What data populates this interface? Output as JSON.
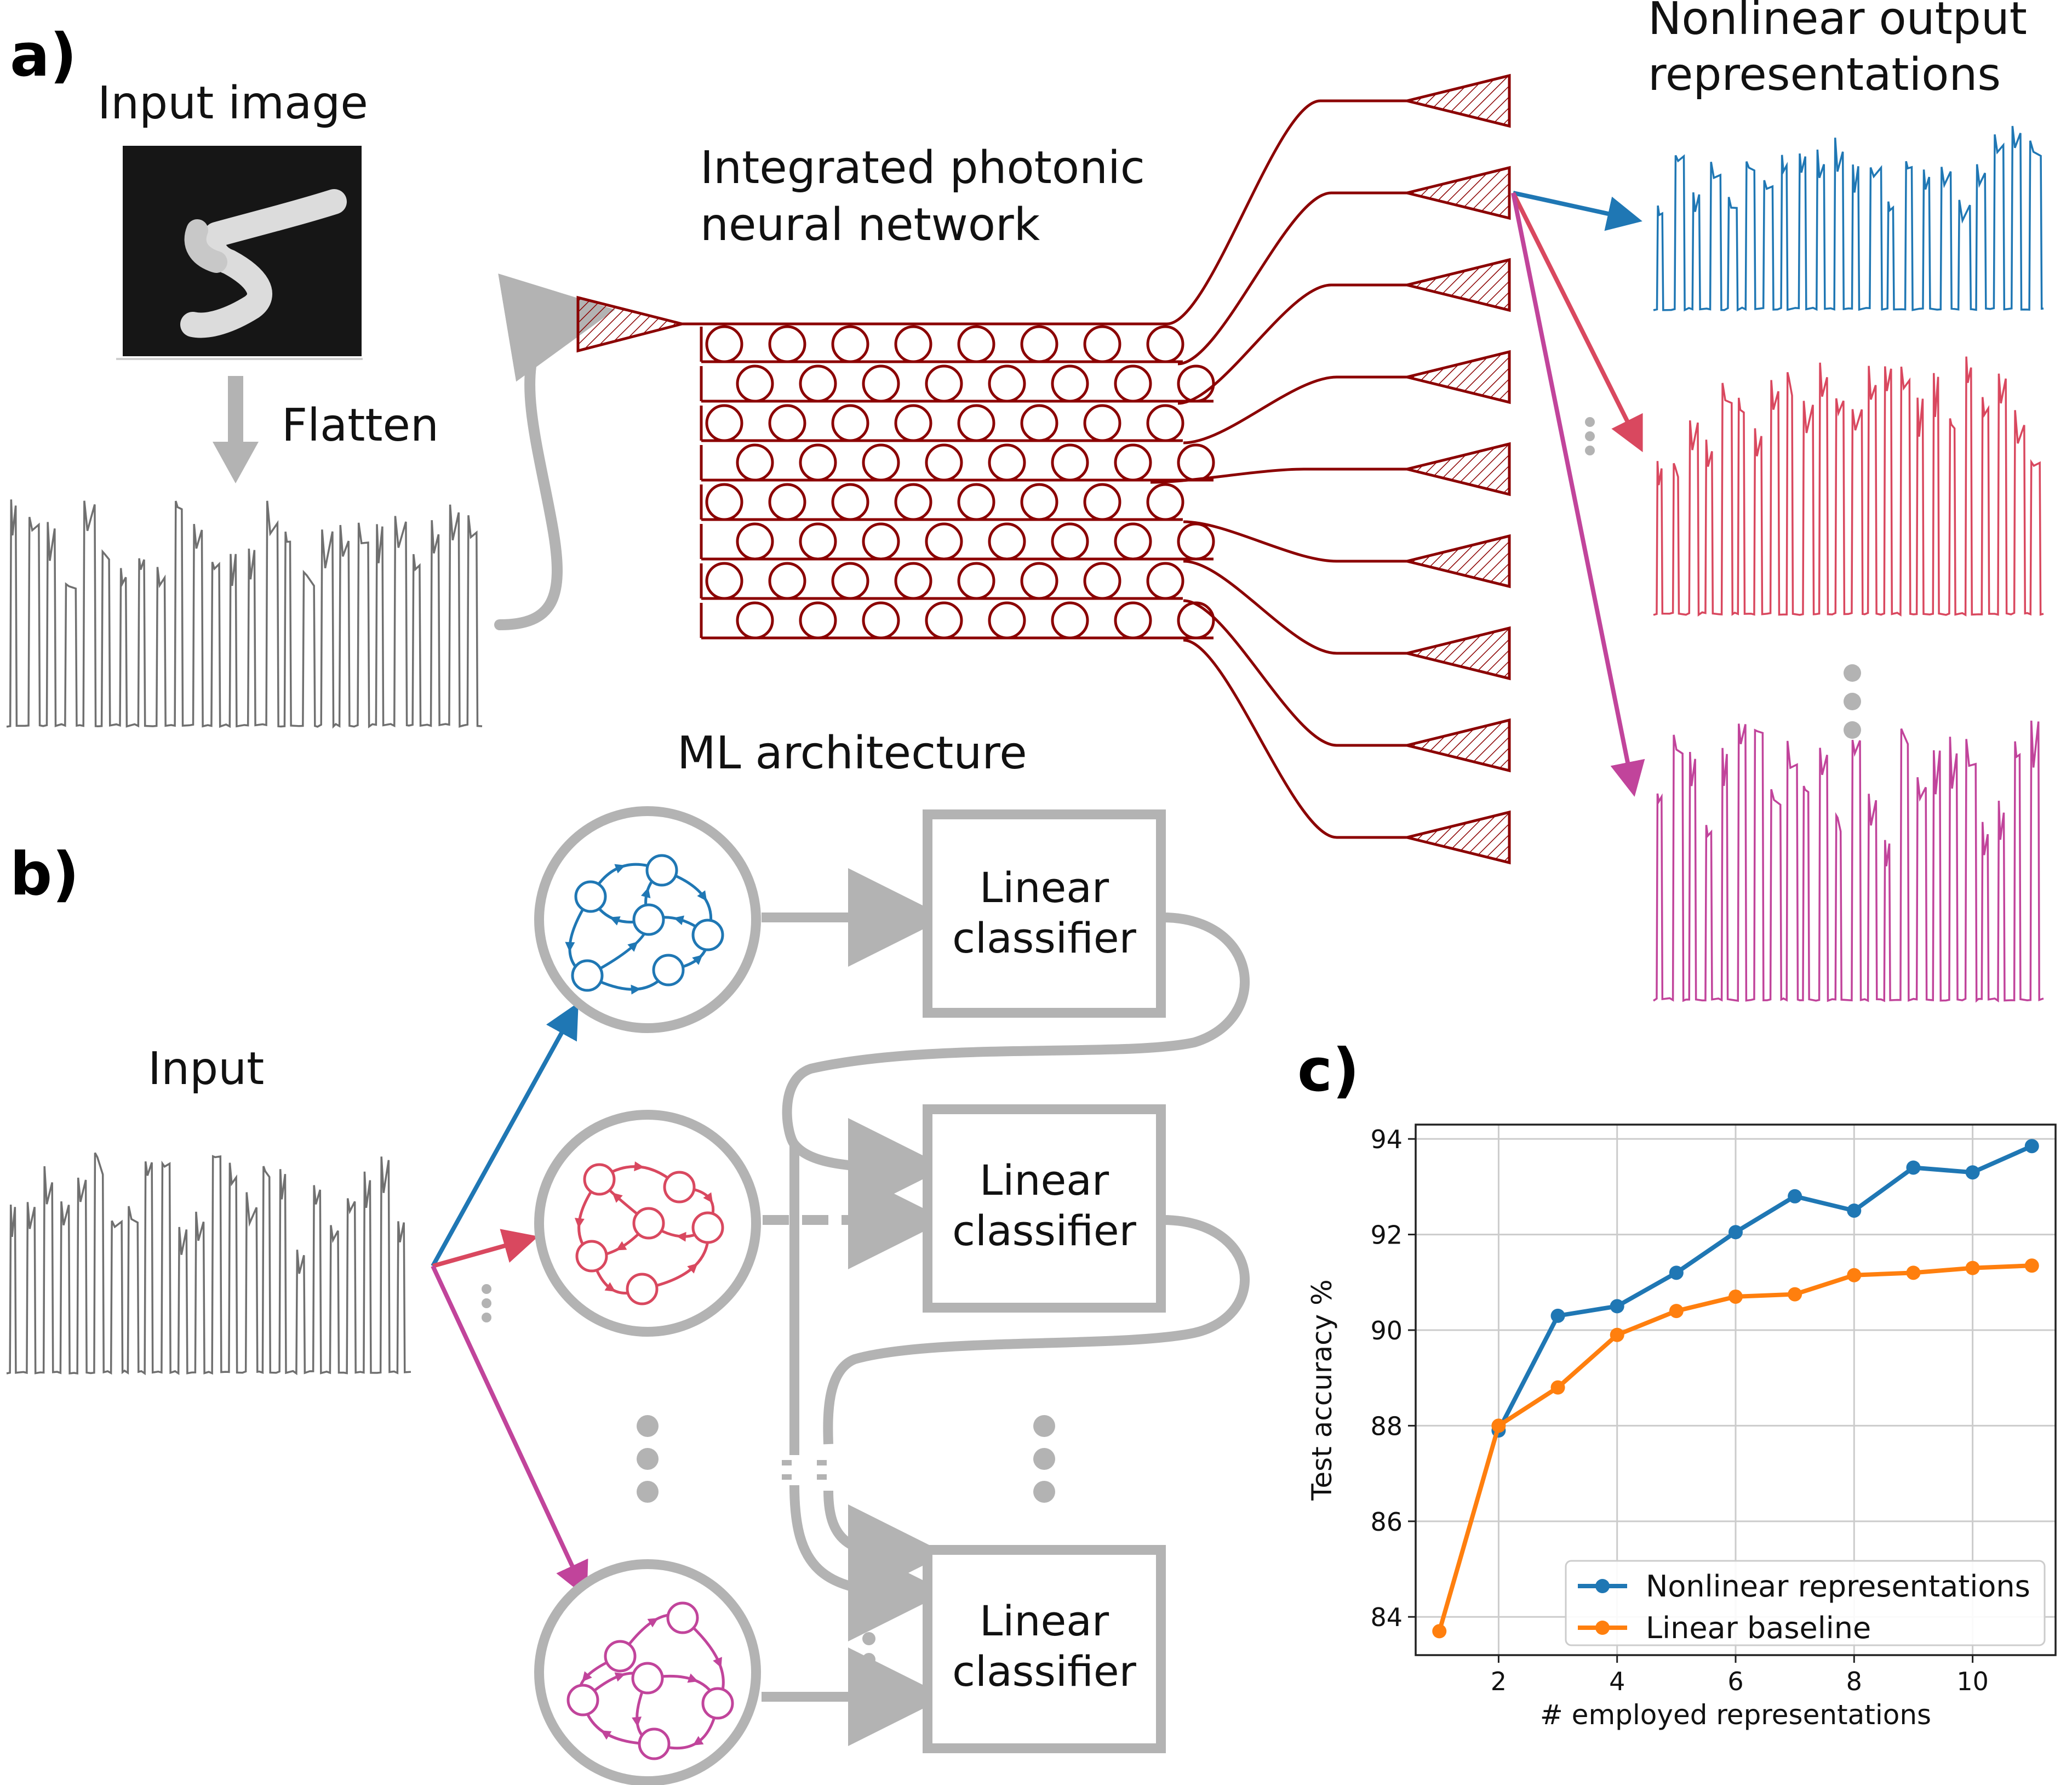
{
  "panel_a": {
    "label": "a)",
    "input_image_title": "Input image",
    "flatten_label": "Flatten",
    "pnn_title_line1": "Integrated photonic",
    "pnn_title_line2": "neural network",
    "output_title_line1": "Nonlinear output",
    "output_title_line2": "representations"
  },
  "panel_b": {
    "label": "b)",
    "ml_title": "ML architecture",
    "input_label": "Input",
    "classifier_line1": "Linear",
    "classifier_line2": "classifier"
  },
  "colors": {
    "blue": "#1f77b4",
    "red": "#d9485f",
    "magenta": "#c1449b",
    "orange": "#ff7f0e",
    "waveguide": "#8b0000",
    "gray": "#b3b3b3",
    "trace": "#707070"
  },
  "panel_c": {
    "label": "c)",
    "chart_data": {
      "type": "line",
      "title": "",
      "xlabel": "# employed representations",
      "ylabel": "Test accuracy %",
      "xlim": [
        0.6,
        11.4
      ],
      "ylim": [
        83.2,
        94.3
      ],
      "xticks": [
        2,
        4,
        6,
        8,
        10
      ],
      "yticks": [
        84,
        86,
        88,
        90,
        92,
        94
      ],
      "grid": true,
      "legend_position": "lower-right",
      "series": [
        {
          "name": "Nonlinear representations",
          "color": "#1f77b4",
          "x": [
            2,
            3,
            4,
            5,
            6,
            7,
            8,
            9,
            10,
            11
          ],
          "y": [
            87.9,
            90.3,
            90.5,
            91.2,
            92.05,
            92.8,
            92.5,
            93.4,
            93.3,
            93.85
          ]
        },
        {
          "name": "Linear baseline",
          "color": "#ff7f0e",
          "x": [
            1,
            2,
            3,
            4,
            5,
            6,
            7,
            8,
            9,
            10,
            11
          ],
          "y": [
            83.7,
            88.0,
            88.8,
            89.9,
            90.4,
            90.7,
            90.75,
            91.15,
            91.2,
            91.3,
            91.35
          ]
        }
      ]
    }
  }
}
